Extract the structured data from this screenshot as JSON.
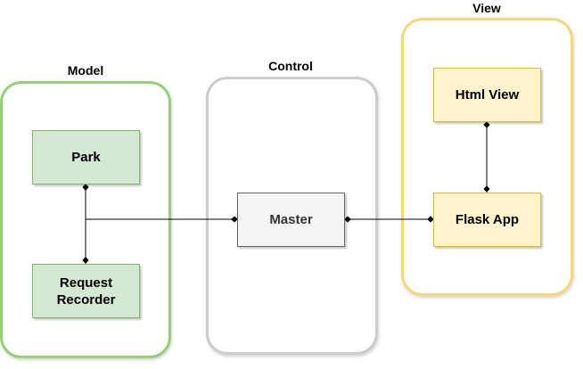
{
  "colors": {
    "model_border": "#97d077",
    "control_border": "#cccccc",
    "view_border": "#f7d77a",
    "model_fill": "#d5e8d4",
    "model_stroke": "#82b366",
    "control_fill": "#f5f5f5",
    "control_stroke": "#666666",
    "control_text": "#333333",
    "view_fill": "#fff2cc",
    "view_stroke": "#d6b656",
    "line": "#000000"
  },
  "groups": {
    "model": {
      "title": "Model"
    },
    "control": {
      "title": "Control"
    },
    "view": {
      "title": "View"
    }
  },
  "nodes": {
    "park": {
      "label": "Park"
    },
    "request_recorder": {
      "label": "Request\nRecorder"
    },
    "master": {
      "label": "Master"
    },
    "html_view": {
      "label": "Html View"
    },
    "flask_app": {
      "label": "Flask App"
    }
  },
  "edges": [
    {
      "from": "park",
      "to": "request_recorder"
    },
    {
      "from": "park_request_junction",
      "to": "master"
    },
    {
      "from": "master",
      "to": "flask_app"
    },
    {
      "from": "html_view",
      "to": "flask_app"
    }
  ]
}
